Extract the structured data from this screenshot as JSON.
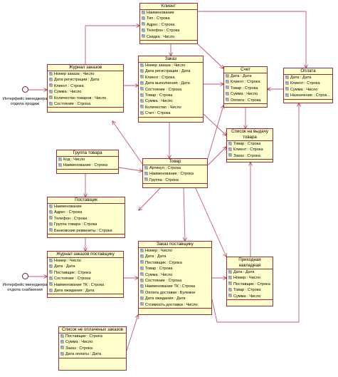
{
  "colors": {
    "box_fill": "#ffffcc",
    "box_border": "#9c2a3f",
    "edge": "#b03858",
    "edge_light": "#c4567a"
  },
  "classes": [
    {
      "id": "client",
      "title": "Клиент",
      "attrs": [
        "Наименование",
        "Тип : Строка",
        "Адрес : Строка",
        "Телефон : Строка",
        "Скидка : Число"
      ]
    },
    {
      "id": "order",
      "title": "Заказ",
      "attrs": [
        "Номер заказа : Число",
        "Дата регистрации : Дата",
        "Клиент : Строка",
        "Дата выполнения : Дата",
        "Состояние : Строка",
        "Товар : Строка",
        "Сумма : Число",
        "Количество : Число",
        "Счет : Строка"
      ]
    },
    {
      "id": "order_journal",
      "title": "Журнал заказов",
      "attrs": [
        "Номер заказа : Число",
        "Дата регистрации : Дата",
        "Клиент : Строка",
        "Сумма : Число",
        "Количество товаров : Число",
        "Состояние : Строка"
      ]
    },
    {
      "id": "invoice",
      "title": "Счет",
      "attrs": [
        "Дата : Дата",
        "Клиент : Строка",
        "Товар : Строка",
        "Сумма : Число",
        "Оплата : Строка"
      ]
    },
    {
      "id": "payment",
      "title": "Оплата",
      "attrs": [
        "Дата : Дата",
        "Клиент : Строка",
        "Сумма : Число",
        "Назначение : Строк..."
      ]
    },
    {
      "id": "issue_list",
      "title": "Список на выдачу товара",
      "attrs": [
        "Товар : Строка",
        "Клиент : Строка",
        "Заказ : Строка"
      ]
    },
    {
      "id": "product_group",
      "title": "Группа товара",
      "attrs": [
        "Код : Число",
        "Наименование : Строка"
      ]
    },
    {
      "id": "product",
      "title": "Товар",
      "attrs": [
        "Артикул : Строка",
        "Наименование : Строка",
        "Группа : Строка"
      ]
    },
    {
      "id": "supplier",
      "title": "Поставщик",
      "attrs": [
        "Наименование",
        "Адрес : Строка",
        "Телефон : Строка",
        "Группа товара : Строка",
        "Банковские реквизиты : Строка"
      ]
    },
    {
      "id": "supplier_journal",
      "title": "Журнал заказов поставщику",
      "attrs": [
        "Номер : Число",
        "Дата : Дата",
        "Поставщик : Строка",
        "Состояние : Строка",
        "Наименование ТК : Строка",
        "Дата ожидания : Дата"
      ]
    },
    {
      "id": "supplier_order",
      "title": "Заказ поставщику",
      "attrs": [
        "Номер : Число",
        "Дата : Дата",
        "Поставщик : Строка",
        "Товар : Строка",
        "Сумма : Число",
        "Состояние : Строка",
        "Наименование ТК : Строка",
        "Оплата доставки : Булевое",
        "Дата ожидания : Дата",
        "Стоимость доставки : Число"
      ]
    },
    {
      "id": "receipt",
      "title": "Приходная накладная",
      "attrs": [
        "Дата : Дата",
        "Номер : Число",
        "Поставщик : Строка",
        "Товар : Строка",
        "Сумма : Число"
      ]
    },
    {
      "id": "unpaid_list",
      "title": "Список не оплаченых заказов",
      "attrs": [
        "Поставщик : Строка",
        "Сумма : Число",
        "Заказ : Строка",
        "Дата оплаты : Дата"
      ]
    }
  ],
  "actors": [
    {
      "id": "sales_manager",
      "label": "Интерфейс менеджера отдела продаж"
    },
    {
      "id": "supply_manager",
      "label": "Интерфейс менеджера отдела снабжения"
    }
  ]
}
